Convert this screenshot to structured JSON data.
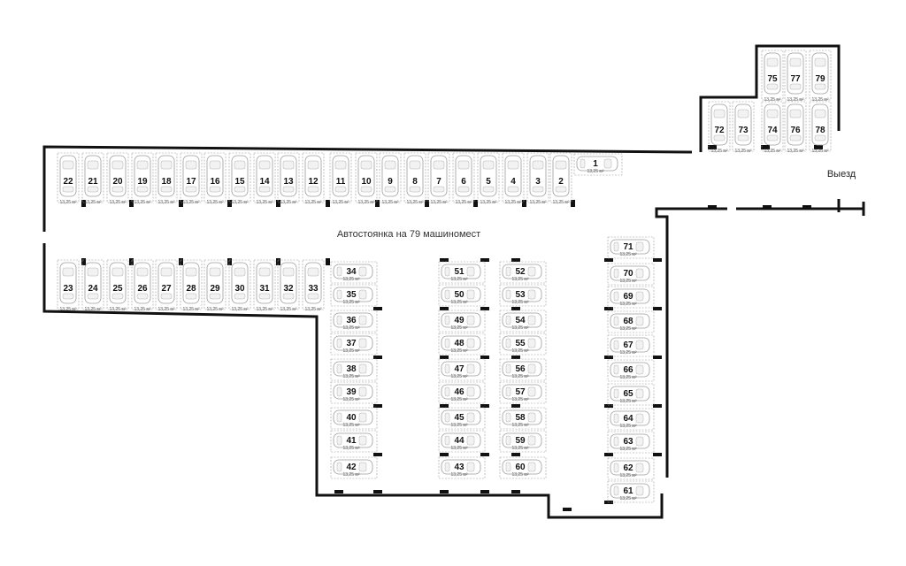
{
  "plan_title": "Автостоянка на 79 машиномест",
  "exit_label": "Выезд",
  "spot_area": "13,25 м²",
  "spots": [
    {
      "number": "1"
    },
    {
      "number": "2"
    },
    {
      "number": "3"
    },
    {
      "number": "4"
    },
    {
      "number": "5"
    },
    {
      "number": "6"
    },
    {
      "number": "7"
    },
    {
      "number": "8"
    },
    {
      "number": "9"
    },
    {
      "number": "10"
    },
    {
      "number": "11"
    },
    {
      "number": "12"
    },
    {
      "number": "13"
    },
    {
      "number": "14"
    },
    {
      "number": "15"
    },
    {
      "number": "16"
    },
    {
      "number": "17"
    },
    {
      "number": "18"
    },
    {
      "number": "19"
    },
    {
      "number": "20"
    },
    {
      "number": "21"
    },
    {
      "number": "22"
    },
    {
      "number": "23"
    },
    {
      "number": "24"
    },
    {
      "number": "25"
    },
    {
      "number": "26"
    },
    {
      "number": "27"
    },
    {
      "number": "28"
    },
    {
      "number": "29"
    },
    {
      "number": "30"
    },
    {
      "number": "31"
    },
    {
      "number": "32"
    },
    {
      "number": "33"
    },
    {
      "number": "34"
    },
    {
      "number": "35"
    },
    {
      "number": "36"
    },
    {
      "number": "37"
    },
    {
      "number": "38"
    },
    {
      "number": "39"
    },
    {
      "number": "40"
    },
    {
      "number": "41"
    },
    {
      "number": "42"
    },
    {
      "number": "43"
    },
    {
      "number": "44"
    },
    {
      "number": "45"
    },
    {
      "number": "46"
    },
    {
      "number": "47"
    },
    {
      "number": "48"
    },
    {
      "number": "49"
    },
    {
      "number": "50"
    },
    {
      "number": "51"
    },
    {
      "number": "52"
    },
    {
      "number": "53"
    },
    {
      "number": "54"
    },
    {
      "number": "55"
    },
    {
      "number": "56"
    },
    {
      "number": "57"
    },
    {
      "number": "58"
    },
    {
      "number": "59"
    },
    {
      "number": "60"
    },
    {
      "number": "61"
    },
    {
      "number": "62"
    },
    {
      "number": "63"
    },
    {
      "number": "64"
    },
    {
      "number": "65"
    },
    {
      "number": "66"
    },
    {
      "number": "67"
    },
    {
      "number": "68"
    },
    {
      "number": "69"
    },
    {
      "number": "70"
    },
    {
      "number": "71"
    },
    {
      "number": "72"
    },
    {
      "number": "73"
    },
    {
      "number": "74"
    },
    {
      "number": "75"
    },
    {
      "number": "76"
    },
    {
      "number": "77"
    },
    {
      "number": "78"
    },
    {
      "number": "79"
    }
  ]
}
